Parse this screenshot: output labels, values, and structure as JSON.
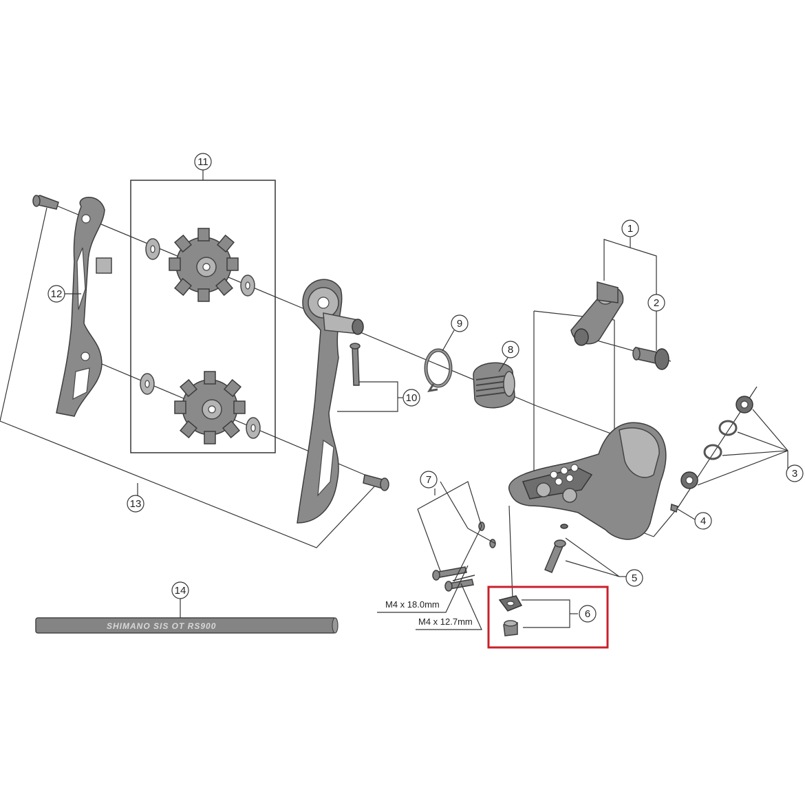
{
  "callouts": {
    "c1": "1",
    "c2": "2",
    "c3": "3",
    "c4": "4",
    "c5": "5",
    "c6": "6",
    "c7": "7",
    "c8": "8",
    "c9": "9",
    "c10": "10",
    "c11": "11",
    "c12": "12",
    "c13": "13",
    "c14": "14"
  },
  "specs": {
    "bolt_long": "M4 x 18.0mm",
    "bolt_short": "M4 x 12.7mm"
  },
  "cable": {
    "print": "SHIMANO SIS OT RS900"
  },
  "colors": {
    "highlight_box": "#c8202a",
    "part_gray": "#8a8a8a",
    "line": "#333333"
  }
}
